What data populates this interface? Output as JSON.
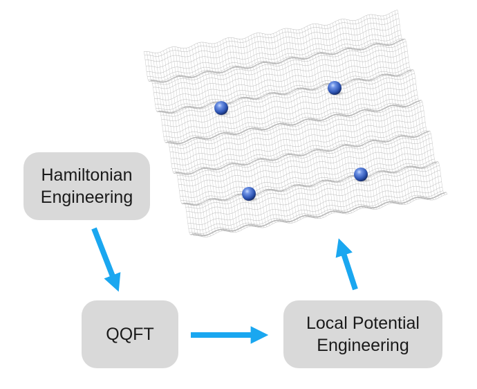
{
  "boxes": {
    "hamiltonian": {
      "line1": "Hamiltonian",
      "line2": "Engineering"
    },
    "qqft": {
      "label": "QQFT"
    },
    "local_potential": {
      "line1": "Local Potential",
      "line2": "Engineering"
    }
  },
  "colors": {
    "arrow": "#1aa7f0",
    "box_fill": "#d9d9d9",
    "lattice_mesh": "#b0b0b0",
    "atom": "#2f56b5"
  },
  "lattice": {
    "atom_count": 4
  }
}
